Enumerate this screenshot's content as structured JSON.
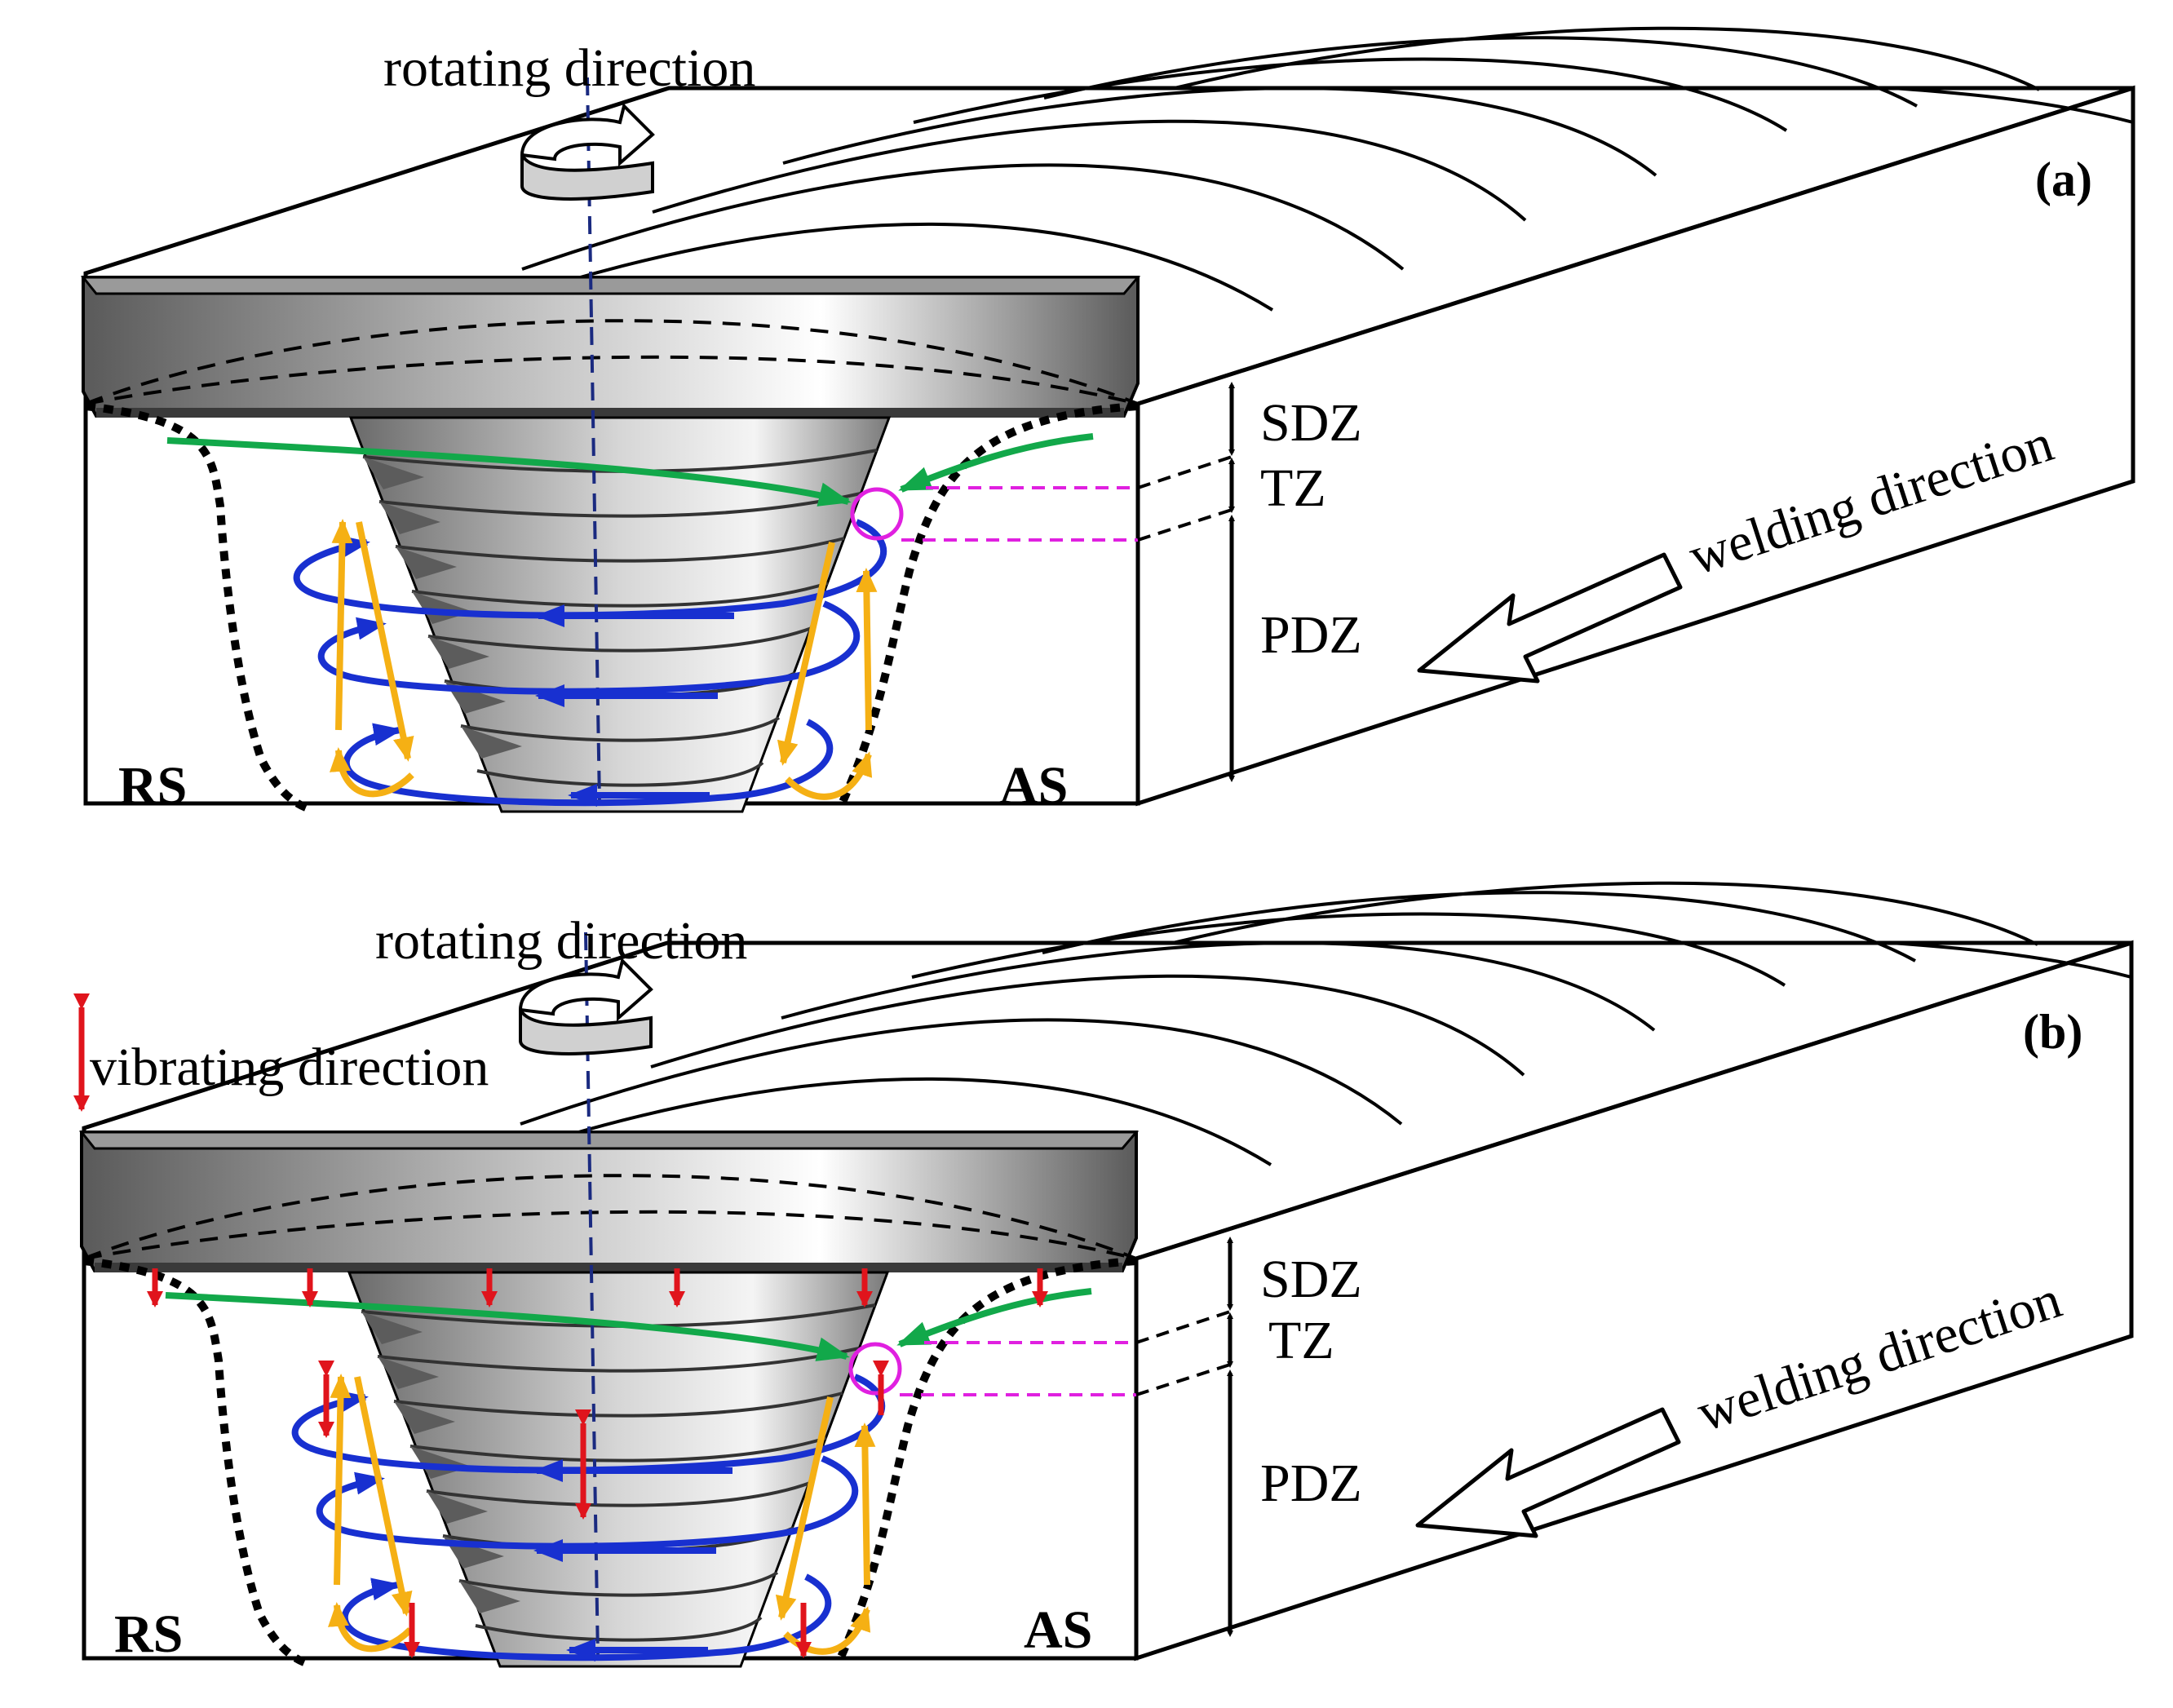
{
  "panels": [
    {
      "tag": "(a)",
      "rotating": "rotating direction",
      "welding": "welding direction",
      "zone_sdz": "SDZ",
      "zone_tz": "TZ",
      "zone_pdz": "PDZ",
      "side_rs": "RS",
      "side_as": "AS",
      "vibrating": ""
    },
    {
      "tag": "(b)",
      "rotating": "rotating direction",
      "welding": "welding direction",
      "zone_sdz": "SDZ",
      "zone_tz": "TZ",
      "zone_pdz": "PDZ",
      "side_rs": "RS",
      "side_as": "AS",
      "vibrating": "vibrating direction"
    }
  ],
  "colors": {
    "material_flow_green": "#12a84a",
    "material_flow_blue": "#1830d0",
    "material_flow_yellow": "#f5b014",
    "vibration_red": "#e0141c",
    "highlight_magenta": "#e020e0",
    "axis_navy": "#1a2a80"
  },
  "icons": {
    "rotation": "curved-rotation-arrow-icon",
    "welding": "hollow-left-arrow-icon",
    "vibration": "double-headed-arrow-icon"
  }
}
